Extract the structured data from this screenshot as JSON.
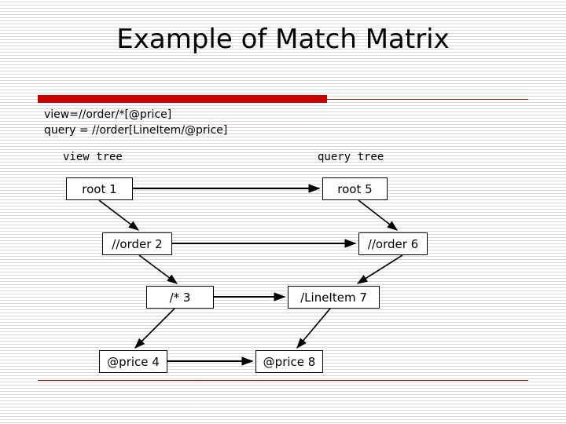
{
  "slide": {
    "title": "Example of Match Matrix",
    "expressions": {
      "view": "view=//order/*[@price]",
      "query": "query = //order[LineItem/@price]"
    },
    "headings": {
      "view_tree": "view tree",
      "query_tree": "query tree"
    },
    "colors": {
      "accent_bar": "#cc0000",
      "accent_rule": "#8c1010",
      "node_border": "#000000",
      "text": "#000000",
      "background": "#ffffff"
    }
  },
  "view_tree": {
    "nodes": [
      {
        "id": "root1",
        "label": "root 1"
      },
      {
        "id": "order2",
        "label": "//order 2"
      },
      {
        "id": "star3",
        "label": "/* 3"
      },
      {
        "id": "price4",
        "label": "@price 4"
      }
    ]
  },
  "query_tree": {
    "nodes": [
      {
        "id": "root5",
        "label": "root 5"
      },
      {
        "id": "order6",
        "label": "//order 6"
      },
      {
        "id": "line7",
        "label": "/LineItem 7"
      },
      {
        "id": "price8",
        "label": "@price 8"
      }
    ]
  },
  "edges": {
    "view_tree_child_edges": [
      {
        "from": "root1",
        "to": "order2"
      },
      {
        "from": "order2",
        "to": "star3"
      },
      {
        "from": "star3",
        "to": "price4"
      }
    ],
    "query_tree_child_edges": [
      {
        "from": "root5",
        "to": "order6"
      },
      {
        "from": "order6",
        "to": "line7"
      },
      {
        "from": "line7",
        "to": "price8"
      }
    ],
    "match_edges": [
      {
        "from": "root1",
        "to": "root5"
      },
      {
        "from": "order2",
        "to": "order6"
      },
      {
        "from": "star3",
        "to": "line7"
      },
      {
        "from": "price4",
        "to": "price8"
      }
    ]
  }
}
